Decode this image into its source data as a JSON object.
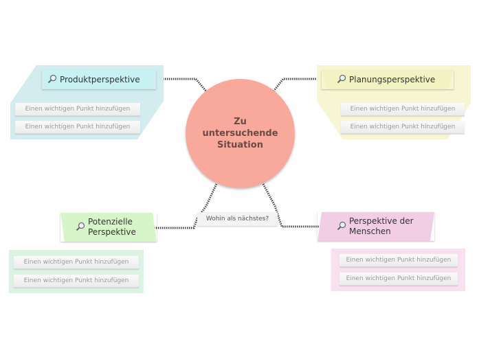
{
  "center": {
    "title": "Zu untersuchende Situation",
    "color": "#f8a99b"
  },
  "next_prompt": "Wohin als nächstes?",
  "perspectives": [
    {
      "label": "Produktperspektive",
      "icon": "magnifier-icon",
      "header_color": "#c7f1f3",
      "group_color": "#d2ecef",
      "items": [
        "Einen wichtigen Punkt hinzufügen",
        "Einen wichtigen Punkt hinzufügen"
      ]
    },
    {
      "label": "Planungsperspektive",
      "icon": "magnifier-icon",
      "header_color": "#f1f3c2",
      "group_color": "#f6f6d3",
      "items": [
        "Einen wichtigen Punkt hinzufügen",
        "Einen wichtigen Punkt hinzufügen"
      ]
    },
    {
      "label": "Potenzielle Perspektive",
      "icon": "magnifier-icon",
      "header_color": "#d6f5c9",
      "group_color": "#dcf2e3",
      "items": [
        "Einen wichtigen Punkt hinzufügen",
        "Einen wichtigen Punkt hinzufügen"
      ]
    },
    {
      "label": "Perspektive der Menschen",
      "icon": "magnifier-icon",
      "header_color": "#f1cde6",
      "group_color": "#f8e0ef",
      "items": [
        "Einen wichtigen Punkt hinzufügen",
        "Einen wichtigen Punkt hinzufügen"
      ]
    }
  ]
}
